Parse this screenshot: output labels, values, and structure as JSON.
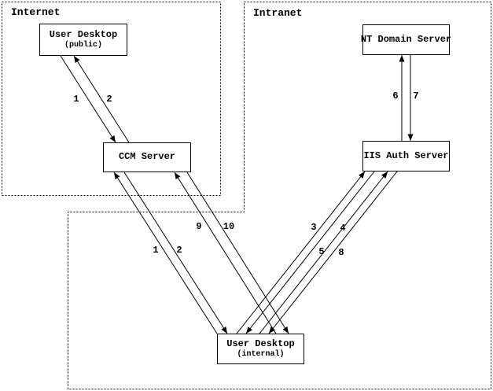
{
  "regions": {
    "internet": {
      "label": "Internet"
    },
    "intranet": {
      "label": "Intranet"
    }
  },
  "nodes": {
    "user_desktop_public": {
      "title": "User Desktop",
      "subtitle": "(public)"
    },
    "ccm_server": {
      "title": "CCM Server"
    },
    "nt_domain_server": {
      "title": "NT Domain Server"
    },
    "iis_auth_server": {
      "title": "IIS Auth Server"
    },
    "user_desktop_internal": {
      "title": "User Desktop",
      "subtitle": "(internal)"
    }
  },
  "flows": [
    {
      "label": "1",
      "from": "User Desktop (public)",
      "to": "CCM Server"
    },
    {
      "label": "2",
      "from": "CCM Server",
      "to": "User Desktop (public)"
    },
    {
      "label": "1",
      "from": "User Desktop (internal)",
      "to": "CCM Server"
    },
    {
      "label": "2",
      "from": "CCM Server",
      "to": "User Desktop (internal)"
    },
    {
      "label": "9",
      "from": "User Desktop (internal)",
      "to": "CCM Server"
    },
    {
      "label": "10",
      "from": "CCM Server",
      "to": "User Desktop (internal)"
    },
    {
      "label": "3",
      "from": "User Desktop (internal)",
      "to": "IIS Auth Server"
    },
    {
      "label": "4",
      "from": "IIS Auth Server",
      "to": "User Desktop (internal)"
    },
    {
      "label": "5",
      "from": "User Desktop (internal)",
      "to": "IIS Auth Server"
    },
    {
      "label": "8",
      "from": "IIS Auth Server",
      "to": "User Desktop (internal)"
    },
    {
      "label": "6",
      "from": "IIS Auth Server",
      "to": "NT Domain Server"
    },
    {
      "label": "7",
      "from": "NT Domain Server",
      "to": "IIS Auth Server"
    }
  ],
  "colors": {
    "ink": "#000000",
    "background": "#ffffff"
  }
}
